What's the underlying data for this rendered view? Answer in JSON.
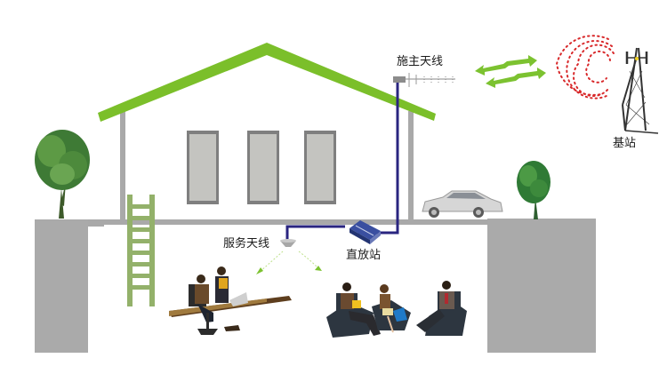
{
  "labels": {
    "donor_antenna": "施主天线",
    "base_station": "基站",
    "service_antenna": "服务天线",
    "repeater": "直放站"
  },
  "colors": {
    "roof": "#7bbf2a",
    "wall": "#a9a9a9",
    "ground_block": "#aaaaaa",
    "window_frame": "#7f7f7f",
    "window_glass": "#c4c4c0",
    "ladder": "#93b16a",
    "cable": "#2a2580",
    "signal_arrow": "#7cc230",
    "radio_wave": "#d8282a",
    "tower": "#333333"
  }
}
